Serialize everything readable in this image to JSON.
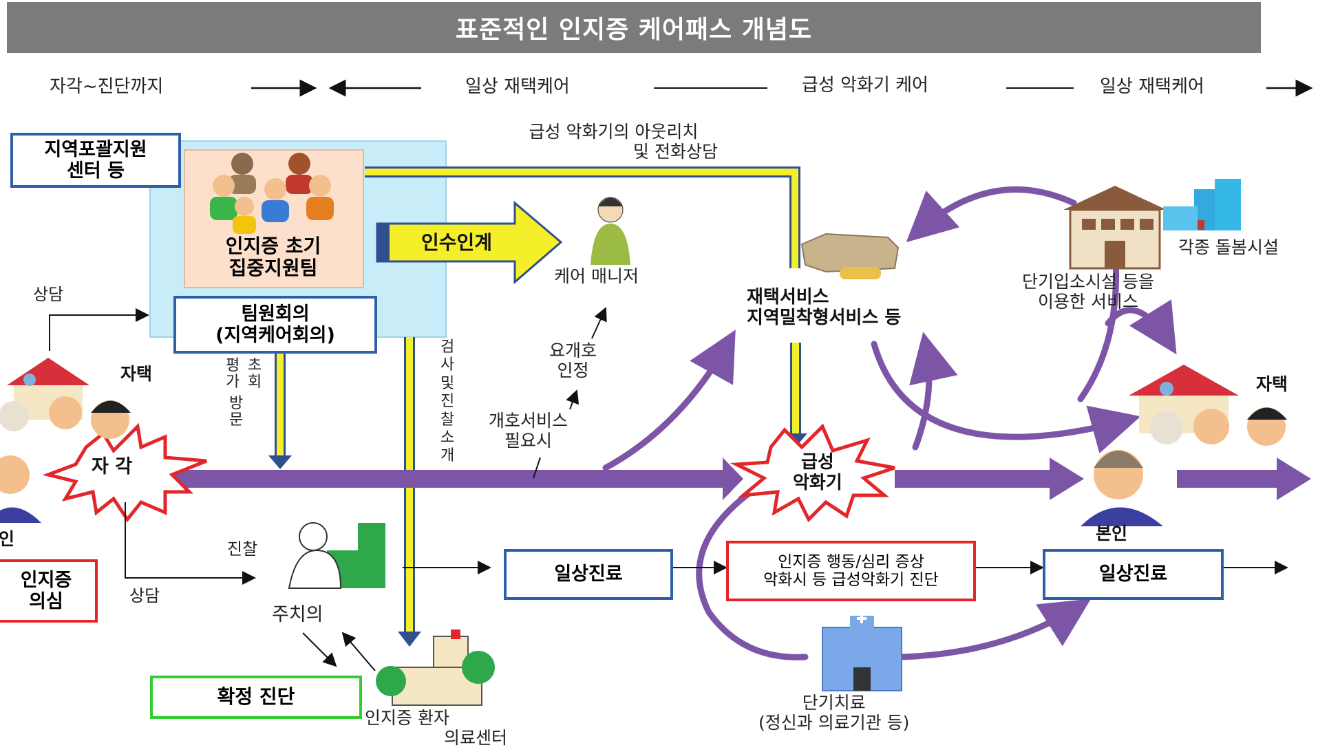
{
  "title": "표준적인 인지증 케어패스 개념도",
  "phases": {
    "p1": "자각~진단까지",
    "p2": "일상 재택케어",
    "p3": "급성 악화기 케어",
    "p4": "일상 재택케어"
  },
  "boxes": {
    "community_center": [
      "지역포괄지원",
      "센터 등"
    ],
    "initial_team": [
      "인지증 초기",
      "집중지원팀"
    ],
    "team_meeting": [
      "팀원회의",
      "(지역케어회의)"
    ],
    "dementia_suspect": [
      "인지증",
      "의심"
    ],
    "definitive_diagnosis": "확정 진단",
    "daily_care_1": "일상진료",
    "acute_diagnosis": [
      "인지증 행동/심리 증상",
      "악화시 등 급성악화기 진단"
    ],
    "daily_care_2": "일상진료"
  },
  "labels": {
    "handover": "인수인계",
    "care_manager": "케어 매니저",
    "outreach": [
      "급성 악화기의 아웃리치",
      "및 전화상담"
    ],
    "home_service": [
      "재택서비스",
      "지역밀착형서비스 등"
    ],
    "short_stay": [
      "단기입소시설 등을",
      "이용한 서비스"
    ],
    "care_facility": "각종 돌봄시설",
    "home_left": "자택",
    "home_right": "자택",
    "awareness": "자 각",
    "acute": [
      "급성",
      "악화기"
    ],
    "consult_top": "상담",
    "consult_bottom": "상담",
    "visit_eval_col1": "평가",
    "visit_eval_col2": "초회",
    "visit_eval_col3": "방문",
    "exam_referral": "검사및진찰소개",
    "care_cert": [
      "요개호",
      "인정"
    ],
    "care_need": [
      "개호서비스",
      "필요시"
    ],
    "examination": "진찰",
    "family_doctor": "주치의",
    "patient_center": [
      "인지증 환자",
      "의료센터"
    ],
    "short_treatment": [
      "단기치료",
      "(정신과 의료기관 등)"
    ],
    "self_left": "인",
    "self_right": "본인"
  },
  "colors": {
    "title_bg": "#7b7b7b",
    "main_arrow": "#7d55a6",
    "yellow_arrow": "#f5ef2a",
    "blue_box": "#2f5fa8",
    "red_box": "#e2262a",
    "green_box": "#33cc33",
    "light_blue_panel": "#c9ecf9"
  },
  "icons": [
    "people-group-icon",
    "woman-icon",
    "house-icon",
    "building-icon",
    "doctor-icon",
    "hospital-icon",
    "explosion-icon"
  ]
}
